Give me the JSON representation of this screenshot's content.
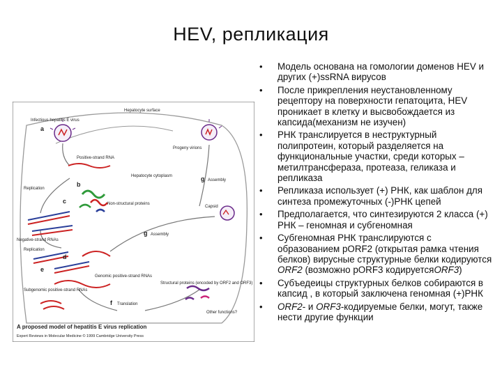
{
  "title": "HEV, репликация",
  "figure": {
    "letters": {
      "a": "a",
      "b": "b",
      "c": "c",
      "d": "d",
      "e": "e",
      "f": "f",
      "g1": "g",
      "g2": "g"
    },
    "labels": {
      "hepatocyte_surface": "Hepatocyte surface",
      "infectious_virus": "Infectious hepatitis E virus",
      "progeny_virions": "Progeny virions",
      "positive_strand_rna": "Positive-strand RNA",
      "hepatocyte_cytoplasm": "Hepatocyte cytoplasm",
      "assembly_top": "Assembly",
      "replication_top": "Replication",
      "nonstructural_proteins": "Non-structural proteins",
      "capsid": "Capsid",
      "negative_strand_rnas": "Negative-strand RNAs",
      "assembly_mid": "Assembly",
      "replication_mid": "Replication",
      "genomic_rnas": "Genomic positive-strand RNAs",
      "subgenomic_rnas": "Subgenomic positive-strand RNAs",
      "structural_proteins": "Structural proteins (encoded by ORF2 and ORF3)",
      "translation": "Translation",
      "other_functions": "Other functions?",
      "caption": "A proposed model of hepatitis E virus replication",
      "credit": "Expert Reviews in Molecular Medicine © 1999 Cambridge University Press"
    }
  },
  "bullets": [
    {
      "parts": [
        "Модель основана на гомологии доменов HEV и других (+)ss",
        "RNA",
        " вирусов"
      ]
    },
    {
      "parts": [
        "После прикрепления неустановленному рецептору на поверхности гепатоцита, HEV проникает в клетку и высвобождается из капсида(механизм не изучен)"
      ]
    },
    {
      "parts": [
        "РНК транслируется в неструктурный полипротеин, который разделяется на функциональные участки, среди которых – метилтрансфераза, протеаза, геликаза и репликаза"
      ]
    },
    {
      "parts": [
        "Репликаза использует (+) РНК, как шаблон для синтеза промежуточных (-)РНК цепей"
      ]
    },
    {
      "parts": [
        "Предполагается, что синтезируются 2 класса (+) РНК – геномная и субгеномная"
      ]
    },
    {
      "parts": [
        "Субгеномная РНК транслируются с образованием pORF2 (открытая рамка чтения белков) вирусные структурные белки кодируются "
      ],
      "italic": "ORF2",
      "tail": " (возможно pORF3 кодируется",
      "italic2": "ORF3",
      "tail2": ")"
    },
    {
      "parts": [
        "Субъедеицы структурных белков собираются в капсид , в который заключена геномная (+)РНК"
      ]
    },
    {
      "lead_italic": "ORF2",
      "mid": "- и ",
      "lead_italic2": "ORF3",
      "rest": "-кодируемые белки, могут, также нести другие функции"
    }
  ],
  "colors": {
    "positive_strand": "#cc2222",
    "negative_strand": "#2a3f9a",
    "nonstructural_green": "#2f9a3a",
    "structural_purple": "#6a2a8a",
    "membrane": "#888888",
    "virion_fill": "#f5eef8"
  }
}
